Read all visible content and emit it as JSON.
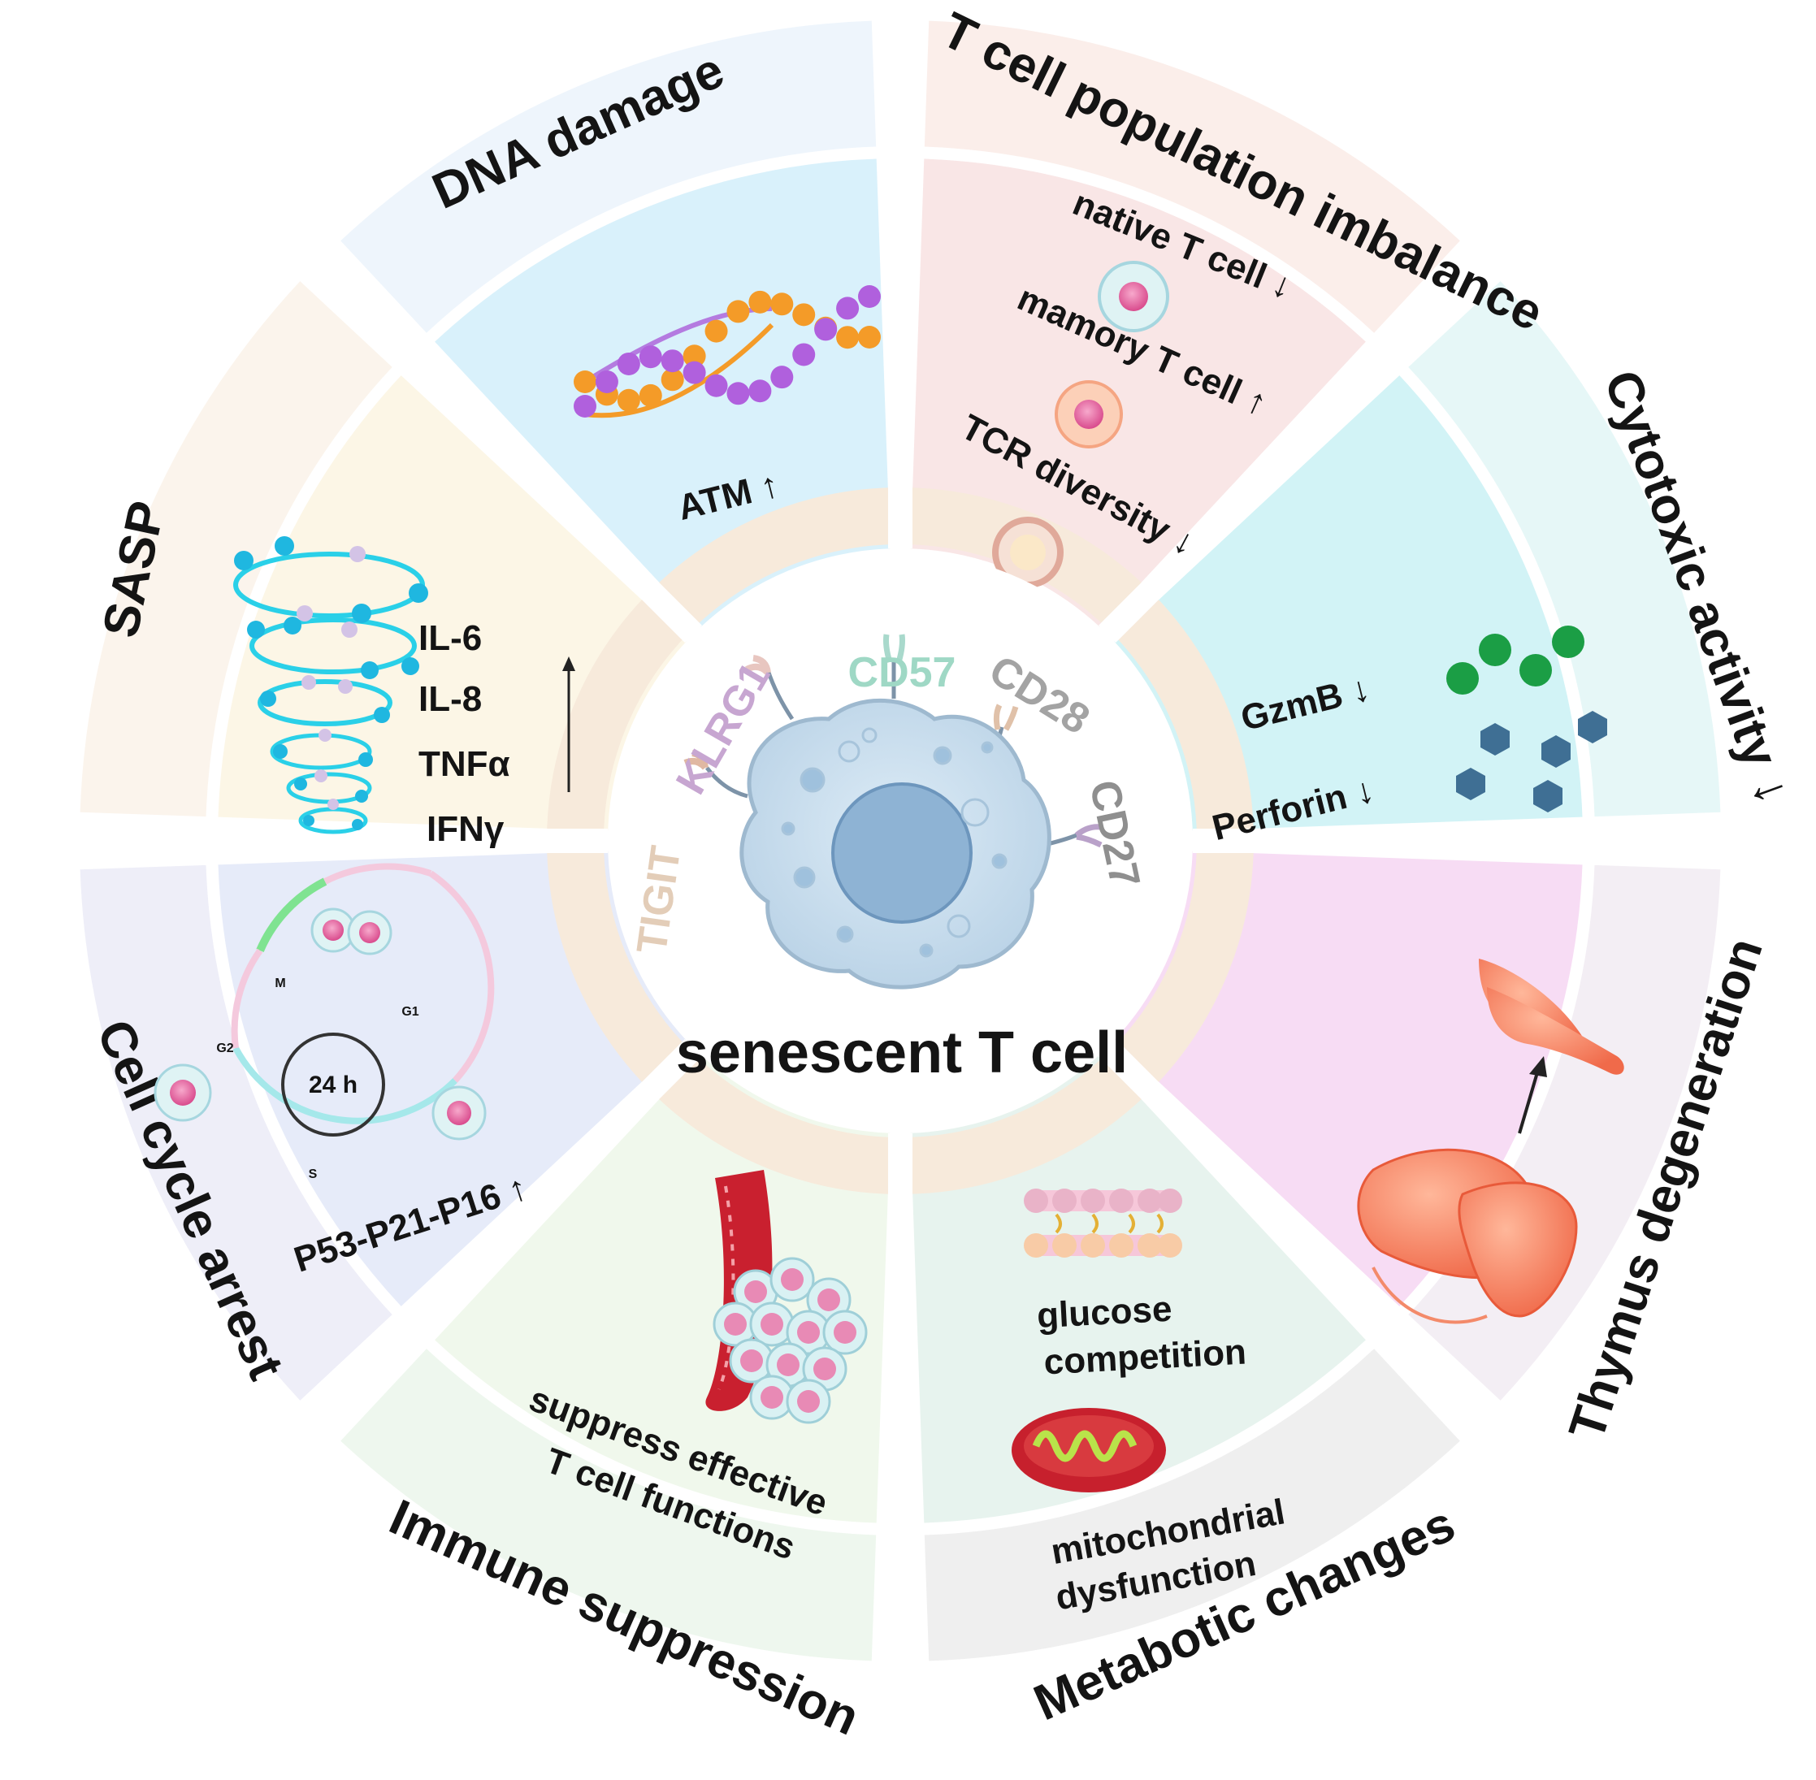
{
  "center": {
    "title": "senescent T cell",
    "markers": [
      {
        "label": "TIGIT",
        "color": "#e3cdb8"
      },
      {
        "label": "KLRG1",
        "color": "#c7a6d1"
      },
      {
        "label": "CD57",
        "color": "#9fd8c5"
      },
      {
        "label": "CD28",
        "color": "#a3a3a3"
      },
      {
        "label": "CD27",
        "color": "#8f8f8f"
      }
    ]
  },
  "sectors": {
    "dna_damage": {
      "title": "DNA damage",
      "items": [
        "ATM ↑"
      ],
      "color": "#d9f1fb"
    },
    "tcell_imbalance": {
      "title": "T cell population imbalance",
      "items": [
        "native T cell ↓",
        "mamory T cell ↑",
        "TCR diversity ↓"
      ],
      "color": "#f9e6e6"
    },
    "cytotoxic": {
      "title": "Cytotoxic activity ↓",
      "items": [
        "GzmB ↓",
        "Perforin ↓"
      ],
      "color": "#d2f3f6"
    },
    "thymus": {
      "title": "Thymus degeneration",
      "items": [],
      "color": "#f7dcf4"
    },
    "metabolic": {
      "title": "Metabotic changes",
      "items": [
        "glucose",
        "competition",
        "mitochondrial",
        "dysfunction"
      ],
      "color": "#e7f3ee"
    },
    "immune": {
      "title": "Immune suppression",
      "items": [
        "suppress effective",
        "T cell functions"
      ],
      "color": "#f0f8ec"
    },
    "cell_cycle": {
      "title": "Cell cycle arrest",
      "items": [
        "P53-P21-P16 ↑",
        "24 h",
        "M",
        "G1",
        "G2",
        "S"
      ],
      "color": "#e6ebf9"
    },
    "sasp": {
      "title": "SASP",
      "items": [
        "IL-6",
        "IL-8",
        "TNFα",
        "IFNγ"
      ],
      "color": "#fcf6e6"
    }
  }
}
